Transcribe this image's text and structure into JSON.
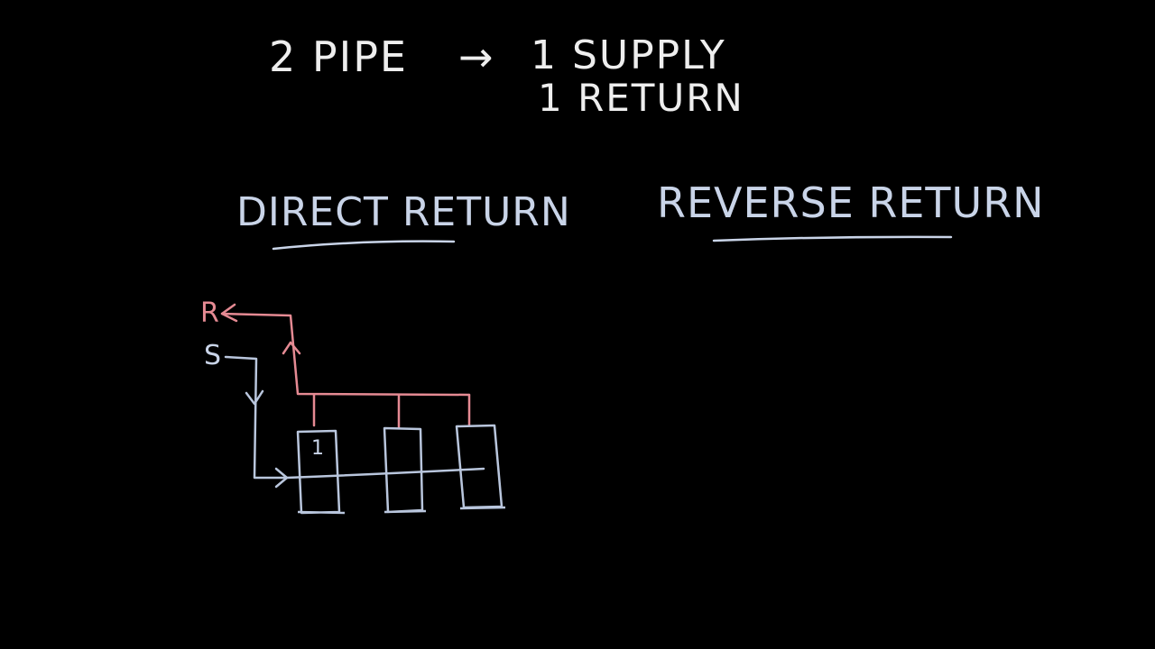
{
  "header": {
    "left_text": "2 PIPE",
    "arrow_glyph": "→",
    "supply_text": "1 SUPPLY",
    "return_text": "1 RETURN"
  },
  "headings": {
    "direct": "DIRECT RETURN",
    "reverse": "REVERSE RETURN"
  },
  "diagram": {
    "return_label": "R",
    "supply_label": "S",
    "first_unit_label": "1",
    "unit_count": 3
  },
  "colors": {
    "background": "#000000",
    "chalk_white": "#eeeeee",
    "supply_blue": "#c9d4e8",
    "return_red": "#e58a93"
  }
}
